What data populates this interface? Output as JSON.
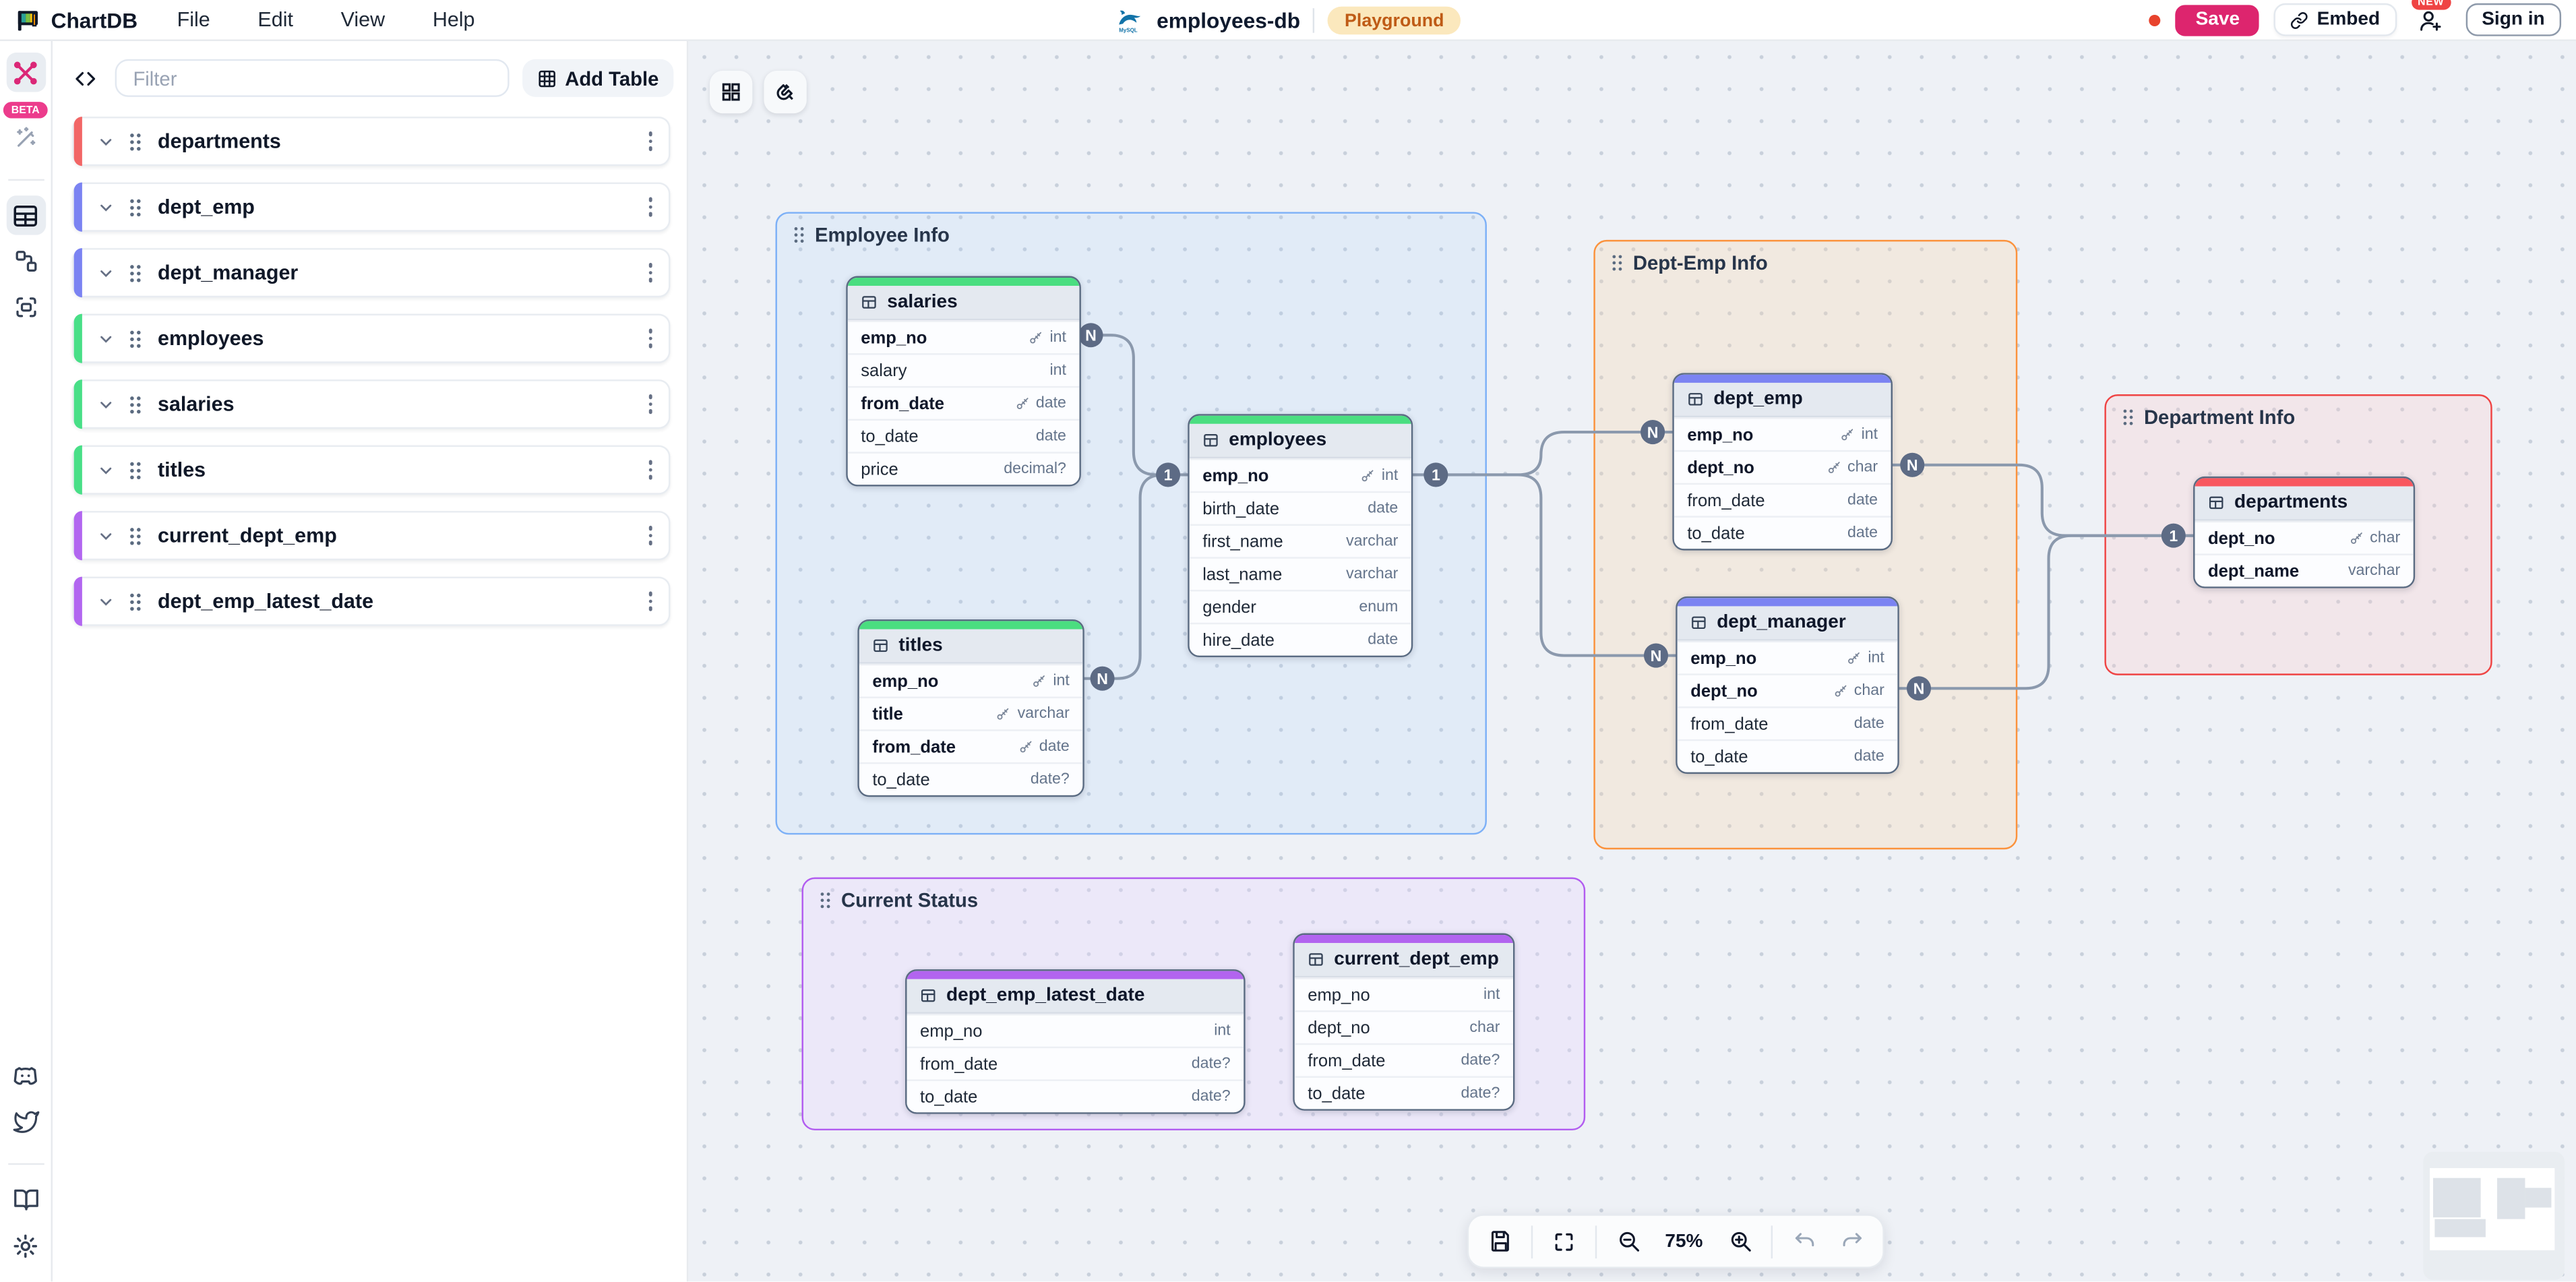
{
  "menubar": {
    "brand": "ChartDB",
    "items": [
      {
        "label": "File"
      },
      {
        "label": "Edit"
      },
      {
        "label": "View"
      },
      {
        "label": "Help"
      }
    ]
  },
  "header": {
    "db_name": "employees-db",
    "db_icon": "mysql-dolphin-icon",
    "env_badge": "Playground",
    "save_label": "Save",
    "embed_label": "Embed",
    "new_badge": "NEW",
    "signin_label": "Sign in",
    "accent_save": "#dd256e",
    "badge_bg": "#fbe8bd",
    "badge_text": "#bf5b16"
  },
  "rail": {
    "beta_label": "BETA",
    "icons": [
      "chartdb-tools-icon",
      "magic-wand-icon",
      "tables-icon",
      "relationships-icon",
      "areas-icon",
      "discord-icon",
      "twitter-icon",
      "docs-icon",
      "settings-icon"
    ]
  },
  "sidebar": {
    "filter_placeholder": "Filter",
    "add_table_label": "Add Table",
    "items": [
      {
        "label": "departments",
        "color": "#f26666"
      },
      {
        "label": "dept_emp",
        "color": "#7b83f2"
      },
      {
        "label": "dept_manager",
        "color": "#7b83f2"
      },
      {
        "label": "employees",
        "color": "#48df87"
      },
      {
        "label": "salaries",
        "color": "#48df87"
      },
      {
        "label": "titles",
        "color": "#48df87"
      },
      {
        "label": "current_dept_emp",
        "color": "#b266f0"
      },
      {
        "label": "dept_emp_latest_date",
        "color": "#b266f0"
      }
    ]
  },
  "canvas": {
    "areas": [
      {
        "title": "Employee Info",
        "accent": "#7cb0f7"
      },
      {
        "title": "Dept-Emp Info",
        "accent": "#fb923c"
      },
      {
        "title": "Department Info",
        "accent": "#ef4444"
      },
      {
        "title": "Current Status",
        "accent": "#b25cf0"
      }
    ],
    "tables": {
      "salaries": {
        "name": "salaries",
        "accent": "#4ade80",
        "fields": [
          {
            "name": "emp_no",
            "type": "int",
            "key": true
          },
          {
            "name": "salary",
            "type": "int",
            "key": false
          },
          {
            "name": "from_date",
            "type": "date",
            "key": true
          },
          {
            "name": "to_date",
            "type": "date",
            "key": false
          },
          {
            "name": "price",
            "type": "decimal?",
            "key": false
          }
        ]
      },
      "titles": {
        "name": "titles",
        "accent": "#4ade80",
        "fields": [
          {
            "name": "emp_no",
            "type": "int",
            "key": true
          },
          {
            "name": "title",
            "type": "varchar",
            "key": true
          },
          {
            "name": "from_date",
            "type": "date",
            "key": true
          },
          {
            "name": "to_date",
            "type": "date?",
            "key": false
          }
        ]
      },
      "employees": {
        "name": "employees",
        "accent": "#4ade80",
        "fields": [
          {
            "name": "emp_no",
            "type": "int",
            "key": true
          },
          {
            "name": "birth_date",
            "type": "date",
            "key": false
          },
          {
            "name": "first_name",
            "type": "varchar",
            "key": false
          },
          {
            "name": "last_name",
            "type": "varchar",
            "key": false
          },
          {
            "name": "gender",
            "type": "enum",
            "key": false
          },
          {
            "name": "hire_date",
            "type": "date",
            "key": false
          }
        ]
      },
      "dept_emp": {
        "name": "dept_emp",
        "accent": "#7b83f2",
        "fields": [
          {
            "name": "emp_no",
            "type": "int",
            "key": true
          },
          {
            "name": "dept_no",
            "type": "char",
            "key": true
          },
          {
            "name": "from_date",
            "type": "date",
            "key": false
          },
          {
            "name": "to_date",
            "type": "date",
            "key": false
          }
        ]
      },
      "dept_manager": {
        "name": "dept_manager",
        "accent": "#7b83f2",
        "fields": [
          {
            "name": "emp_no",
            "type": "int",
            "key": true
          },
          {
            "name": "dept_no",
            "type": "char",
            "key": true
          },
          {
            "name": "from_date",
            "type": "date",
            "key": false
          },
          {
            "name": "to_date",
            "type": "date",
            "key": false
          }
        ]
      },
      "departments": {
        "name": "departments",
        "accent": "#f8575f",
        "fields": [
          {
            "name": "dept_no",
            "type": "char",
            "key": true
          },
          {
            "name": "dept_name",
            "type": "varchar",
            "key": false
          }
        ]
      },
      "dept_emp_latest_date": {
        "name": "dept_emp_latest_date",
        "accent": "#b264ef",
        "fields": [
          {
            "name": "emp_no",
            "type": "int",
            "key": false
          },
          {
            "name": "from_date",
            "type": "date?",
            "key": false
          },
          {
            "name": "to_date",
            "type": "date?",
            "key": false
          }
        ]
      },
      "current_dept_emp": {
        "name": "current_dept_emp",
        "accent": "#b264ef",
        "fields": [
          {
            "name": "emp_no",
            "type": "int",
            "key": false
          },
          {
            "name": "dept_no",
            "type": "char",
            "key": false
          },
          {
            "name": "from_date",
            "type": "date?",
            "key": false
          },
          {
            "name": "to_date",
            "type": "date?",
            "key": false
          }
        ]
      }
    },
    "connectors": [
      {
        "id": "salaries-emp_no",
        "label": "N"
      },
      {
        "id": "titles-emp_no",
        "label": "N"
      },
      {
        "id": "employees-left",
        "label": "1"
      },
      {
        "id": "employees-right",
        "label": "1"
      },
      {
        "id": "dept_emp-left",
        "label": "N"
      },
      {
        "id": "dept_emp-right",
        "label": "N"
      },
      {
        "id": "dept_manager-left",
        "label": "N"
      },
      {
        "id": "dept_manager-right",
        "label": "N"
      },
      {
        "id": "departments-left",
        "label": "1"
      }
    ]
  },
  "toolbar": {
    "zoom_level": "75%"
  }
}
